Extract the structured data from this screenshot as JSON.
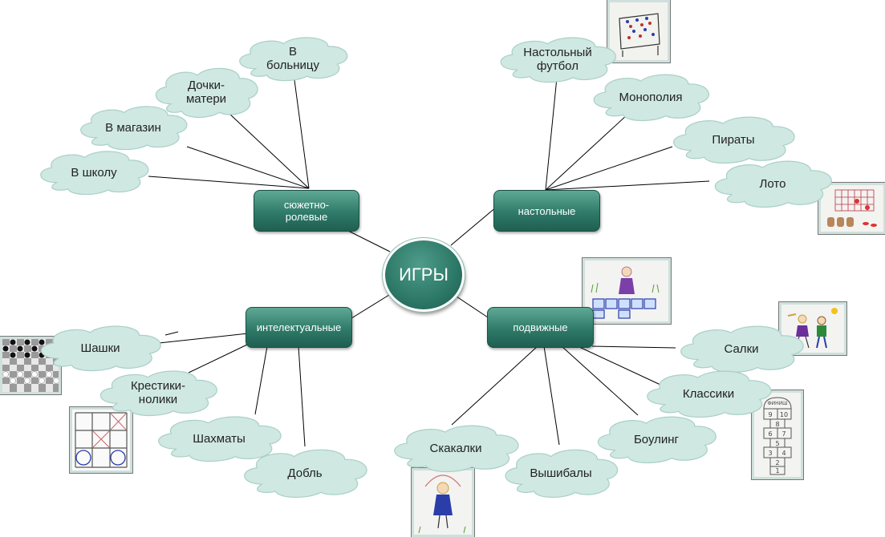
{
  "center": {
    "label": "ИГРЫ"
  },
  "categories": {
    "role": {
      "label": "сюжетно-\nролевые"
    },
    "board": {
      "label": "настольные"
    },
    "intel": {
      "label": "интелектуальные"
    },
    "mobile": {
      "label": "подвижные"
    }
  },
  "leaves": {
    "hospital": "В\nбольницу",
    "dochki": "Дочки-\nматери",
    "shop": "В магазин",
    "school": "В школу",
    "football": "Настольный\nфутбол",
    "monopoly": "Монополия",
    "pirates": "Пираты",
    "loto": "Лото",
    "checkers": "Шашки",
    "tictactoe": "Крестики-\nнолики",
    "chess": "Шахматы",
    "dobble": "Добль",
    "salki": "Салки",
    "klassiki": "Классики",
    "bowling": "Боулинг",
    "vyshibaly": "Вышибалы",
    "skakalki": "Скакалки"
  },
  "colors": {
    "node": "#2f7a69",
    "cloud": "#cfe8e2",
    "line": "#000000"
  },
  "photos": {
    "hopscotch_top": "ФИНИШ",
    "hopscotch_cells": [
      "9",
      "10",
      "8",
      "6",
      "7",
      "5",
      "3",
      "4",
      "2",
      "1"
    ]
  }
}
